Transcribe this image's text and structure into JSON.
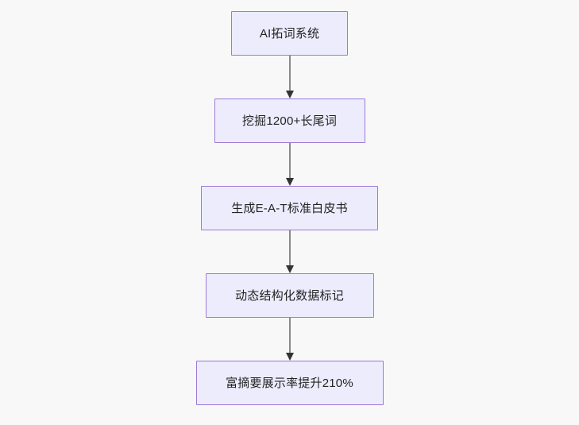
{
  "diagram": {
    "type": "flowchart",
    "direction": "top-to-bottom",
    "background_color": "#f8f8f9",
    "node_fill_color": "#ececfd",
    "node_border_color": "#9d7ad6",
    "node_text_color": "#232323",
    "connector_color": "#8a8a8a",
    "arrowhead_color": "#333333",
    "nodes": [
      {
        "id": "n1",
        "label": "AI拓词系统"
      },
      {
        "id": "n2",
        "label": "挖掘1200+长尾词"
      },
      {
        "id": "n3",
        "label": "生成E-A-T标准白皮书"
      },
      {
        "id": "n4",
        "label": "动态结构化数据标记"
      },
      {
        "id": "n5",
        "label": "富摘要展示率提升210%"
      }
    ],
    "edges": [
      {
        "from": "n1",
        "to": "n2",
        "label": ""
      },
      {
        "from": "n2",
        "to": "n3",
        "label": ""
      },
      {
        "from": "n3",
        "to": "n4",
        "label": ""
      },
      {
        "from": "n4",
        "to": "n5",
        "label": ""
      }
    ]
  }
}
